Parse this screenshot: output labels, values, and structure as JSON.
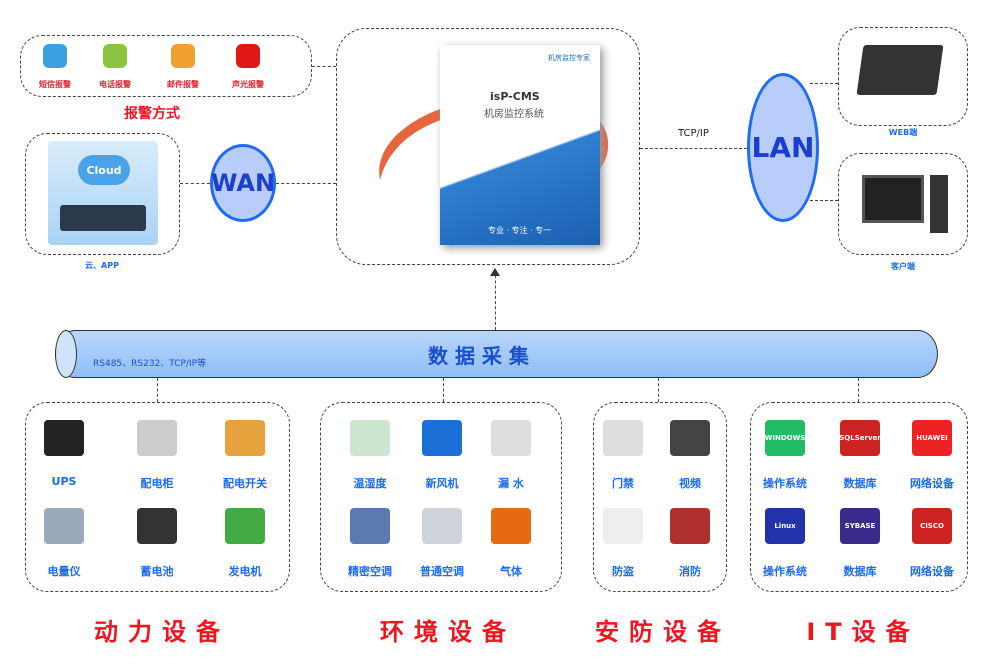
{
  "alarm": {
    "title": "报警方式",
    "items": [
      "短信报警",
      "电话报警",
      "邮件报警",
      "声光报警"
    ]
  },
  "cloud": {
    "icon_text": "Cloud",
    "label": "云、APP"
  },
  "wan": "WAN",
  "lan": "LAN",
  "tcpip": "TCP/IP",
  "product": {
    "corner": "机房监控专家",
    "name": "isP-CMS",
    "subtitle": "机房监控系统",
    "slogan": "专业 · 专注 · 专一"
  },
  "web": {
    "label": "WEB端"
  },
  "client": {
    "label": "客户端"
  },
  "pipe": {
    "title": "数 据 采 集",
    "protocols": "RS485、RS232、TCP/IP等"
  },
  "groups": [
    {
      "title": "动力设备",
      "items": [
        "UPS",
        "配电柜",
        "配电开关",
        "电量仪",
        "蓄电池",
        "发电机"
      ],
      "colors": [
        "#222",
        "#ccc",
        "#e6a23c",
        "#9ab",
        "#333",
        "#4a4"
      ]
    },
    {
      "title": "环境设备",
      "items": [
        "温湿度",
        "新风机",
        "漏 水",
        "精密空调",
        "普通空调",
        "气体"
      ],
      "colors": [
        "#cde6d0",
        "#1b6fd6",
        "#ddd",
        "#5b7bb0",
        "#cfd4da",
        "#e86a10"
      ]
    },
    {
      "title": "安防设备",
      "items": [
        "门禁",
        "视频",
        "防盗",
        "消防"
      ],
      "colors": [
        "#ddd",
        "#444",
        "#eee",
        "#b03030"
      ]
    },
    {
      "title": "IT设备",
      "items": [
        "操作系统",
        "数据库",
        "网络设备",
        "操作系统",
        "数据库",
        "网络设备"
      ],
      "logos": [
        "WINDOWS",
        "SQLServer",
        "HUAWEI",
        "Linux",
        "SYBASE",
        "CISCO"
      ],
      "colors": [
        "#2b6",
        "#c22",
        "#e22",
        "#2233aa",
        "#3a2a8a",
        "#c22"
      ]
    }
  ]
}
